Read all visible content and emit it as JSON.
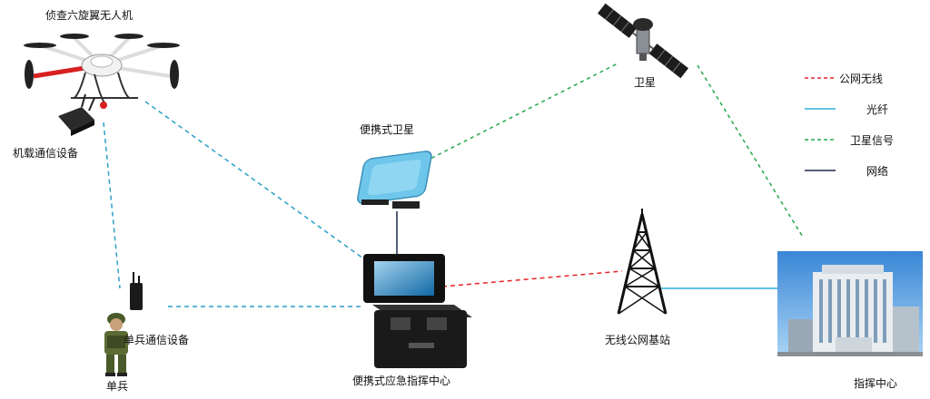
{
  "nodes": {
    "drone": "侦查六旋翼无人机",
    "airborne_comm": "机载通信设备",
    "portable_satellite": "便携式卫星",
    "satellite": "卫星",
    "soldier_comm": "单兵通信设备",
    "soldier": "单兵",
    "command_box": "便携式应急指挥中心",
    "base_station": "无线公网基站",
    "command_center": "指挥中心"
  },
  "legend": {
    "items": [
      {
        "label": "公网无线",
        "color": "#e8232a",
        "style": "dashed"
      },
      {
        "label": "光纤",
        "color": "#2ab0d8",
        "style": "solid"
      },
      {
        "label": "卫星信号",
        "color": "#22a84a",
        "style": "dashed"
      },
      {
        "label": "网络",
        "color": "#1a2a4a",
        "style": "solid"
      }
    ]
  },
  "colors": {
    "public_wireless": "#e8232a",
    "fiber": "#2ab0d8",
    "satellite_signal": "#22a84a",
    "network": "#1a2a4a",
    "drone_link": "#2a9fc8"
  }
}
